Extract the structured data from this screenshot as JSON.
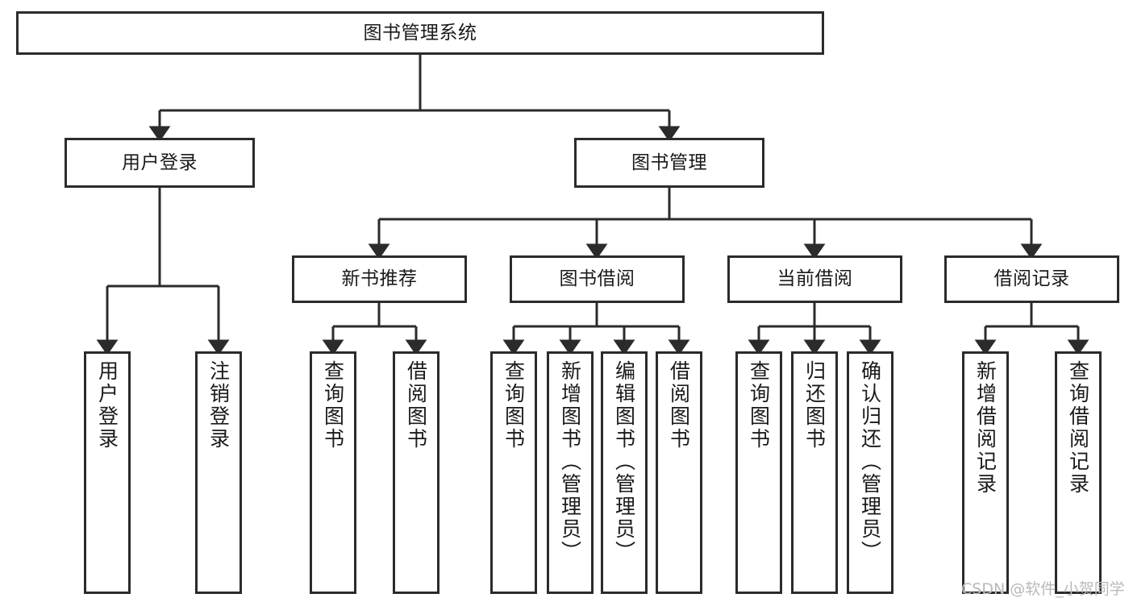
{
  "diagram": {
    "title": "图书管理系统",
    "type": "tree-hierarchy-chart",
    "watermark": "CSDN @软件_小贺同学",
    "colors": {
      "stroke": "#2b2b2b",
      "fill": "#ffffff",
      "text": "#1a1a1a",
      "watermark": "#b9b9b9"
    },
    "nodes": {
      "root": {
        "label": "图书管理系统"
      },
      "level2": [
        {
          "id": "user-login",
          "label": "用户登录"
        },
        {
          "id": "book-manage",
          "label": "图书管理"
        }
      ],
      "level3": [
        {
          "id": "new-book-recommend",
          "label": "新书推荐"
        },
        {
          "id": "book-borrow",
          "label": "图书借阅"
        },
        {
          "id": "current-borrow",
          "label": "当前借阅"
        },
        {
          "id": "borrow-record",
          "label": "借阅记录"
        }
      ],
      "leaves": {
        "user-login": [
          {
            "id": "leaf-user-login",
            "label": "用户登录"
          },
          {
            "id": "leaf-logout-login",
            "label": "注销登录"
          }
        ],
        "new-book-recommend": [
          {
            "id": "leaf-query-book-1",
            "label": "查询图书"
          },
          {
            "id": "leaf-borrow-book-1",
            "label": "借阅图书"
          }
        ],
        "book-borrow": [
          {
            "id": "leaf-query-book-2",
            "label": "查询图书"
          },
          {
            "id": "leaf-add-book",
            "label": "新增图书（管理员）"
          },
          {
            "id": "leaf-edit-book",
            "label": "编辑图书（管理员）"
          },
          {
            "id": "leaf-borrow-book-2",
            "label": "借阅图书"
          }
        ],
        "current-borrow": [
          {
            "id": "leaf-query-book-3",
            "label": "查询图书"
          },
          {
            "id": "leaf-return-book",
            "label": "归还图书"
          },
          {
            "id": "leaf-confirm-return",
            "label": "确认归还（管理员）"
          }
        ],
        "borrow-record": [
          {
            "id": "leaf-add-record",
            "label": "新增借阅记录"
          },
          {
            "id": "leaf-query-record",
            "label": "查询借阅记录"
          }
        ]
      }
    }
  }
}
